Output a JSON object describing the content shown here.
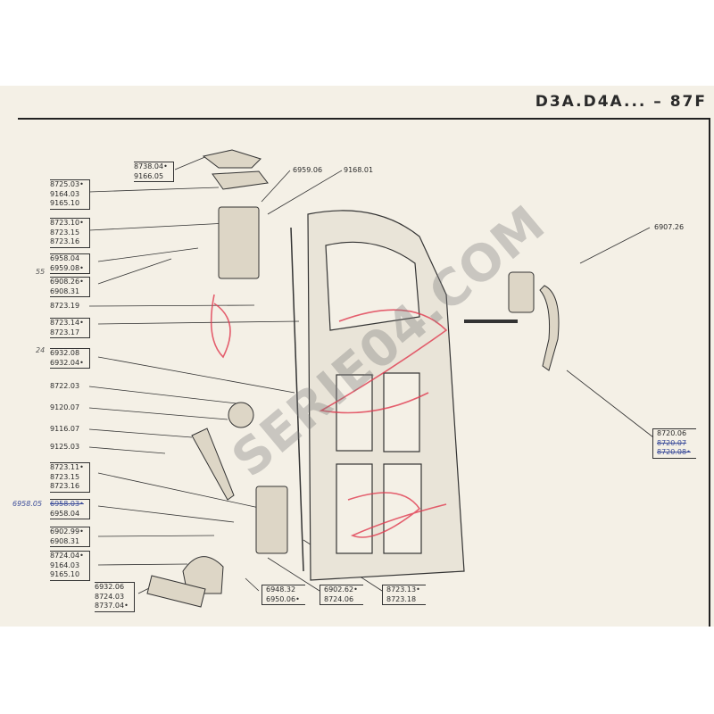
{
  "header": {
    "title": "D3A.D4A... – 87F"
  },
  "watermark": "SERIE04.COM",
  "labels": {
    "g1": [
      "8738.04•",
      "9166.05"
    ],
    "g2": [
      "8725.03•",
      "9164.03",
      "9165.10"
    ],
    "g3": [
      "8723.10•",
      "8723.15",
      "8723.16"
    ],
    "g4": [
      "6958.04",
      "6959.08•"
    ],
    "g4_note": "55",
    "g5": [
      "6908.26•",
      "6908.31"
    ],
    "g6": "8723.19",
    "g7": [
      "8723.14•",
      "8723.17"
    ],
    "g8": [
      "6932.08",
      "6932.04•"
    ],
    "g8_note": "24",
    "g9": "8722.03",
    "g10": "9120.07",
    "g11": "9116.07",
    "g12": "9125.03",
    "g13": [
      "8723.11•",
      "8723.15",
      "8723.16"
    ],
    "g14": [
      "6958.03•",
      "6958.04"
    ],
    "g14_note": "6958.05",
    "g15": [
      "6902.99•",
      "6908.31"
    ],
    "g16": [
      "8724.04•",
      "9164.03",
      "9165.10"
    ],
    "g17": [
      "6932.06",
      "8724.03",
      "8737.04•"
    ],
    "g18": "6959.06",
    "g19": "9168.01",
    "g20": [
      "6948.32",
      "6950.06•"
    ],
    "g21": [
      "6902.62•",
      "8724.06"
    ],
    "g22": [
      "8723.13•",
      "8723.18"
    ],
    "g23": "6907.26",
    "g24": [
      "8720.06",
      "8720.07",
      "8720.08•"
    ]
  },
  "colors": {
    "paper": "#f4f0e6",
    "ink": "#2b2b2b",
    "red_marker": "#e0394f",
    "blue_pen": "#3b4c9a"
  }
}
